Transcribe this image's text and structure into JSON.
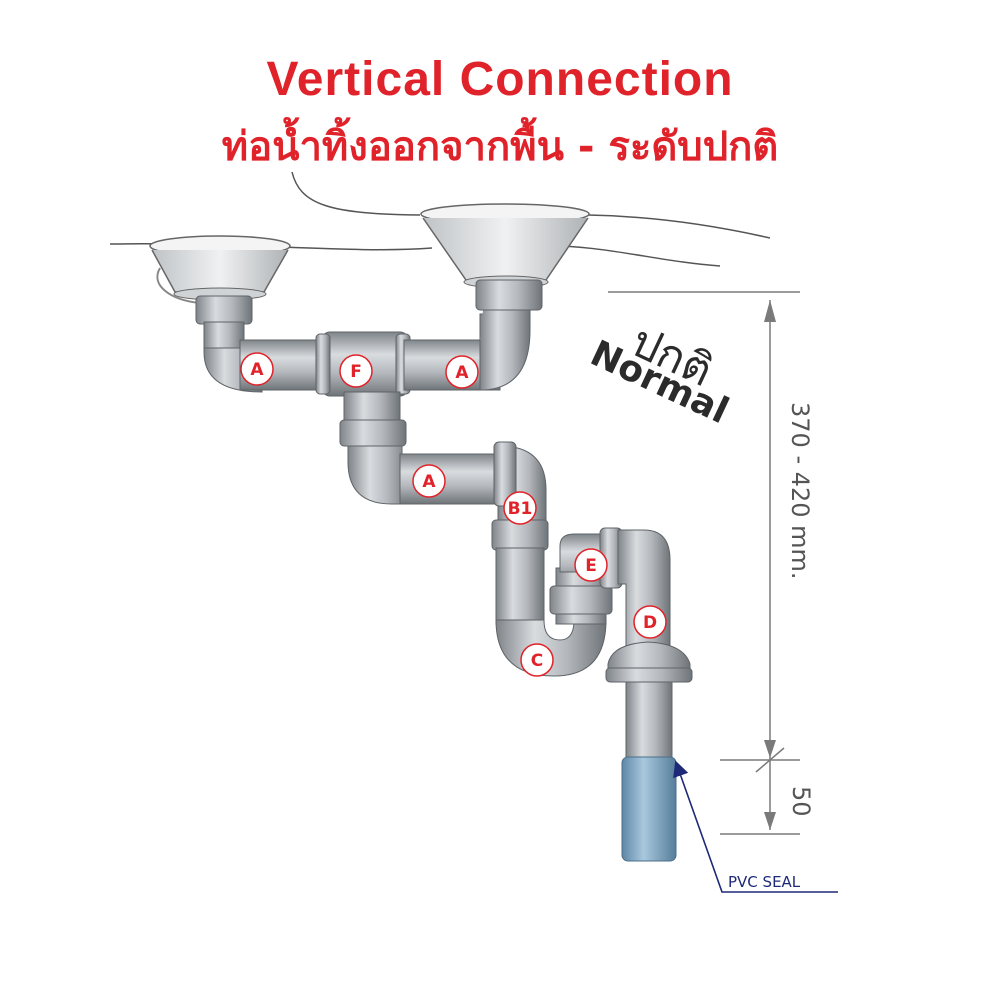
{
  "title": "Vertical Connection",
  "subtitle": "ท่อน้ำทิ้งออกจากพื้น - ระดับปกติ",
  "level_thai": "ปกติ",
  "level_en": "Normal",
  "dimension_main": "370 - 420 mm.",
  "dimension_seal": "50",
  "seal_label": "PVC SEAL",
  "parts": {
    "a_left": "A",
    "f": "F",
    "a_right": "A",
    "a_lower": "A",
    "b1": "B1",
    "e": "E",
    "d": "D",
    "c": "C"
  },
  "colors": {
    "accent_red": "#e0232a",
    "pipe_gray": "#a9adb1",
    "seal_blue": "#7fa7c4",
    "leader_navy": "#1e2a78"
  }
}
